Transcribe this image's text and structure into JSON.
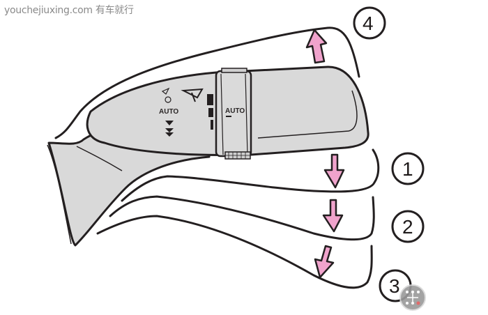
{
  "watermark": "youchejiuxing.com 有车就行",
  "lever": {
    "left_labels": [
      "△",
      "○",
      "AUTO",
      "▼",
      "⯯"
    ],
    "left_auto_label": "AUTO",
    "ring_auto_label": "AUTO",
    "body_color": "#d9d9d9",
    "outline_color": "#231f20"
  },
  "positions": [
    {
      "number": "1",
      "direction": "down"
    },
    {
      "number": "2",
      "direction": "down"
    },
    {
      "number": "3",
      "direction": "down-left"
    },
    {
      "number": "4",
      "direction": "up"
    }
  ],
  "colors": {
    "arrow_fill": "#f0a3cc",
    "arrow_stroke": "#231f20",
    "background": "#ffffff"
  }
}
